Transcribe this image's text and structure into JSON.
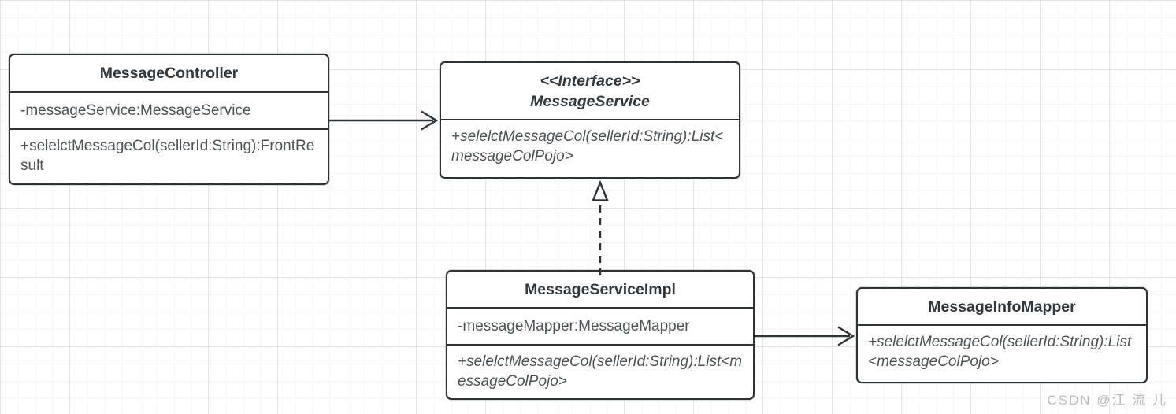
{
  "diagram_type": "uml-class-diagram",
  "colors": {
    "background": "#ffffff",
    "grid_minor": "#f3f3f5",
    "grid_major": "#e8e8ec",
    "box_border": "#2e3337",
    "box_fill": "#ffffff",
    "title_text": "#33383d",
    "member_text": "#4e5356",
    "watermark_text": "#b8bcc2"
  },
  "classes": {
    "controller": {
      "title": "MessageController",
      "attribute": "-messageService:MessageService",
      "method": "+selelctMessageCol(sellerId:String):FrontResult"
    },
    "service": {
      "stereotype": "<<Interface>>",
      "title": "MessageService",
      "method": "+selelctMessageCol(sellerId:String):List<messageColPojo>"
    },
    "impl": {
      "title": "MessageServiceImpl",
      "attribute": "-messageMapper:MessageMapper",
      "method": "+selelctMessageCol(sellerId:String):List<messageColPojo>"
    },
    "mapper": {
      "title": "MessageInfoMapper",
      "method": "+selelctMessageCol(sellerId:String):List<messageColPojo>"
    }
  },
  "relations": [
    {
      "from": "MessageController",
      "to": "MessageService",
      "type": "association",
      "style": "solid-open-arrow"
    },
    {
      "from": "MessageServiceImpl",
      "to": "MessageService",
      "type": "realization",
      "style": "dashed-hollow-triangle"
    },
    {
      "from": "MessageServiceImpl",
      "to": "MessageInfoMapper",
      "type": "association",
      "style": "solid-open-arrow"
    }
  ],
  "watermark": {
    "text": "CSDN @江 流 儿"
  }
}
